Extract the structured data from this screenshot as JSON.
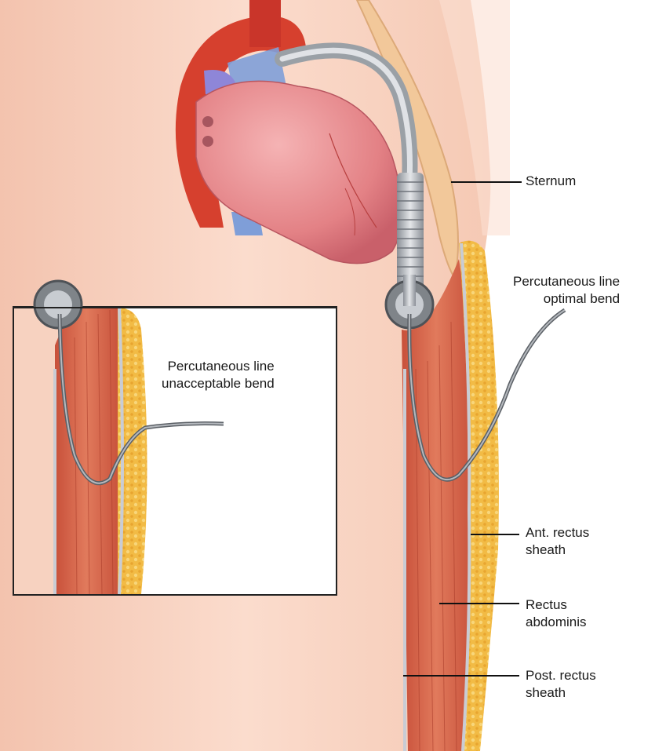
{
  "labels": {
    "sternum": "Sternum",
    "optimal": "Percutaneous line\noptimal bend",
    "unacceptable": "Percutaneous line\nunacceptable bend",
    "ant_sheath": "Ant. rectus\nsheath",
    "rectus": "Rectus\nabdominis",
    "post_sheath": "Post. rectus\nsheath"
  },
  "colors": {
    "skin": "#f6cfbd",
    "skin_light": "#fbe3d6",
    "muscle": "#d9664a",
    "fat": "#f0b53c",
    "sheath": "#c9ccd4",
    "aorta": "#d6402e",
    "heart": "#e9898f",
    "cannula": "#9aa0a6",
    "sternum": "#f2c89a"
  }
}
